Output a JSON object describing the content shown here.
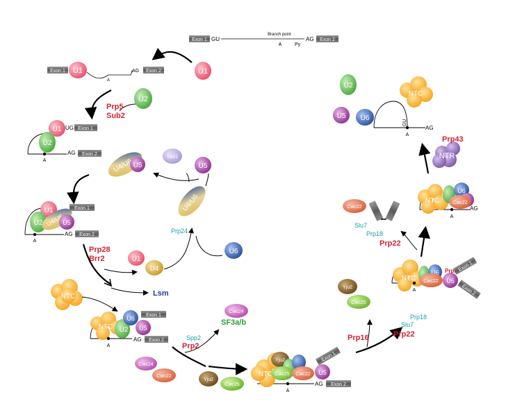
{
  "exons": {
    "exon1": "Exon 1",
    "exon2": "Exon 2"
  },
  "pre_mrna": {
    "gu": "GU",
    "ag": "AG",
    "branch_point": "Branch point",
    "a": "A",
    "py": "Py",
    "ug": "UG"
  },
  "snrnps": {
    "u1": "U1",
    "u2": "U2",
    "u4": "U4",
    "u5": "U5",
    "u6": "U6",
    "u4u6": "U4/U6"
  },
  "proteins": {
    "sad1": "Sad1",
    "ntc": "NTC",
    "ntr": "NTR",
    "cwc22": "Cwc22",
    "cwc24": "Cwc24",
    "cwc25": "Cwc25",
    "yju2": "Yju2"
  },
  "factors": {
    "prp5": "Prp5",
    "sub2": "Sub2",
    "prp28": "Prp28",
    "brr2": "Brr2",
    "prp24": "Prp24",
    "lsm": "Lsm",
    "spp2": "Spp2",
    "prp2": "Prp2",
    "sf3ab": "SF3a/b",
    "prp16": "Prp16",
    "prp18": "Prp18",
    "slu7": "Slu7",
    "prp22": "Prp22",
    "prp43": "Prp43"
  },
  "colors": {
    "u1": "#e8506a",
    "u2": "#4aa83e",
    "u4": "#c99a2e",
    "u5": "#8e2f8f",
    "u6": "#274f9c",
    "ntc": "#f6a11a",
    "ntr": "#7d56a6",
    "cwc22": "#d9603a",
    "cwc24": "#b84fb0",
    "cwc25": "#6cb42c",
    "yju2": "#6b4a1e",
    "sad1": "#a99ad6",
    "exon_box": "#6b6b6b",
    "red_label": "#d42231",
    "teal_label": "#16a0a0",
    "blue_label": "#2b3aa0",
    "green_label": "#2e9a3a"
  }
}
